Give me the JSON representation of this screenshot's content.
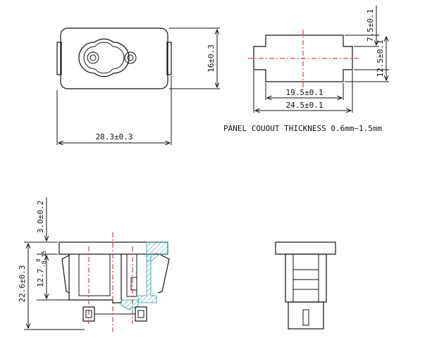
{
  "dimensions": {
    "body_width": "28.3±0.3",
    "body_height": "16±0.3",
    "cutout_width_inner": "19.5±0.1",
    "cutout_width_outer": "24.5±0.1",
    "cutout_tab_height": "7.5±0.1",
    "cutout_height": "12.5±0.1",
    "flange_thickness": "3.0±0.2",
    "overall_height": "22.6±0.3",
    "body_depth": "12.7",
    "body_depth_tol_upper": "0",
    "body_depth_tol_lower": "-0.15"
  },
  "notes": {
    "panel_cutout": "PANEL COUOUT THICKNESS 0.6mm~1.5mm"
  },
  "colors": {
    "centerline": "#d02020",
    "section_hatch": "#1a9e9e",
    "outline": "#111111"
  }
}
